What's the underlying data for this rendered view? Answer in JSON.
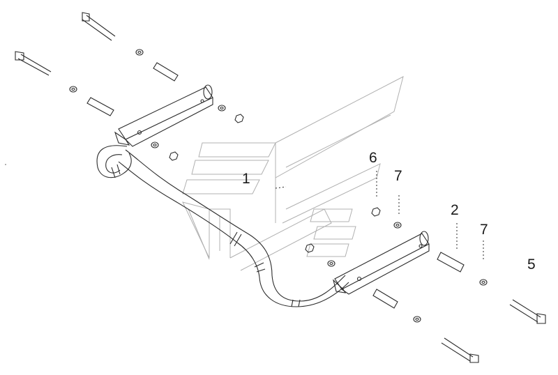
{
  "diagram": {
    "callouts": [
      {
        "id": "1",
        "label": "1"
      },
      {
        "id": "6",
        "label": "6"
      },
      {
        "id": "7a",
        "label": "7"
      },
      {
        "id": "2",
        "label": "2"
      },
      {
        "id": "7b",
        "label": "7"
      },
      {
        "id": "5",
        "label": "5"
      }
    ]
  },
  "colors": {
    "line": "#2a2a2a",
    "watermark": "#b5b5b5"
  }
}
